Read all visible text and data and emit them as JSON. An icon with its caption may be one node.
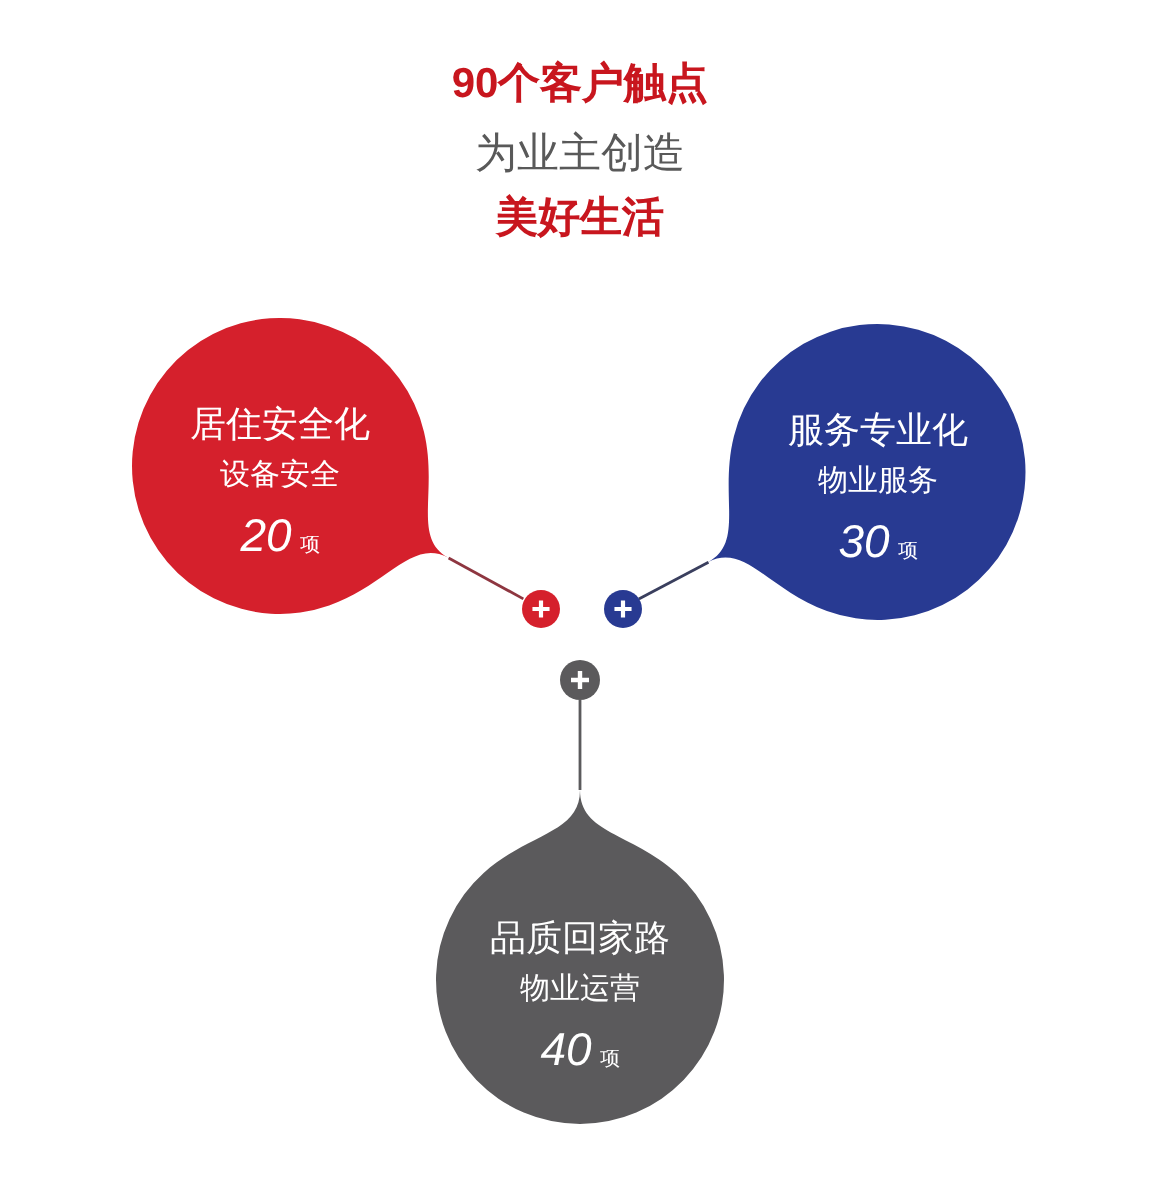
{
  "diagram": {
    "title": "90个客户触点",
    "nodes": [
      {
        "text": [
          "居住安全化",
          "设备安全",
          "20",
          "项"
        ]
      },
      {
        "text": [
          "服务专业化",
          "物业服务",
          "30",
          "项"
        ]
      },
      {
        "text": [],
        "shape": "circle"
      },
      {
        "text": [],
        "shape": "circle"
      },
      {
        "text": [],
        "shape": "circle"
      },
      {
        "text": [
          "品质回家路",
          "物业运营",
          "40",
          "项"
        ]
      }
    ],
    "edges": [
      {
        "from": 0,
        "to": 2,
        "arrow": "none",
        "color": "#8e3640"
      },
      {
        "from": 1,
        "to": 3,
        "arrow": "none",
        "color": "#3a3f5e"
      },
      {
        "from": 5,
        "to": 4,
        "arrow": "none",
        "color": "#5b5a5c"
      }
    ],
    "labels": [
      "为业主创造",
      "美好生活"
    ]
  }
}
